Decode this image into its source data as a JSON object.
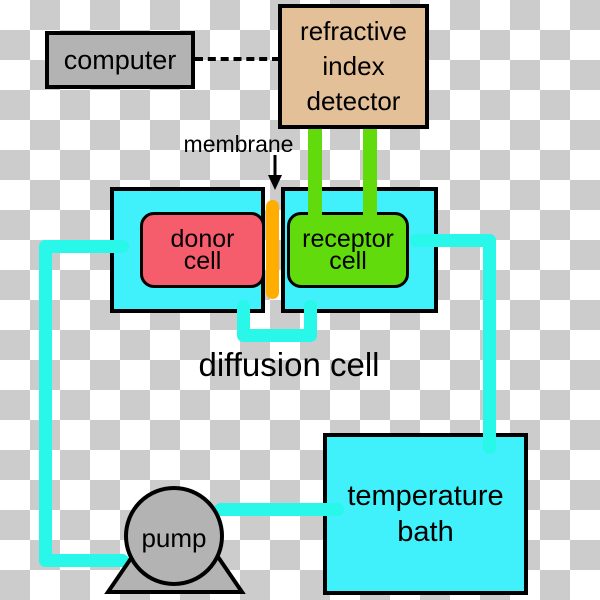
{
  "diagram_title": "diffusion cell",
  "labels": {
    "computer": "computer",
    "detector": "refractive\nindex\ndetector",
    "membrane": "membrane",
    "donor_cell": "donor\ncell",
    "receptor_cell": "receptor\ncell",
    "diffusion_cell": "diffusion cell",
    "temperature_bath": "temperature\nbath",
    "pump": "pump"
  },
  "colors": {
    "chamber_fill": "#40f1fb",
    "tube_cyan": "#28f7e9",
    "donor_red": "#f55c6c",
    "receptor_green": "#62db0c",
    "membrane_orange": "#ffad00",
    "detector_tan": "#e4c098",
    "equipment_gray": "#b3b3b3",
    "checker_gray": "#cccccc",
    "outline_black": "#000000"
  },
  "connections": [
    "computer -- dashed signal line -- refractive index detector",
    "refractive index detector -- two green tubes -- receptor cell",
    "donor chamber -- U tube -- receptor chamber",
    "diffusion cell left -- cyan loop -- pump",
    "pump -- cyan tube -- temperature bath",
    "temperature bath -- cyan tube -- diffusion cell right"
  ]
}
